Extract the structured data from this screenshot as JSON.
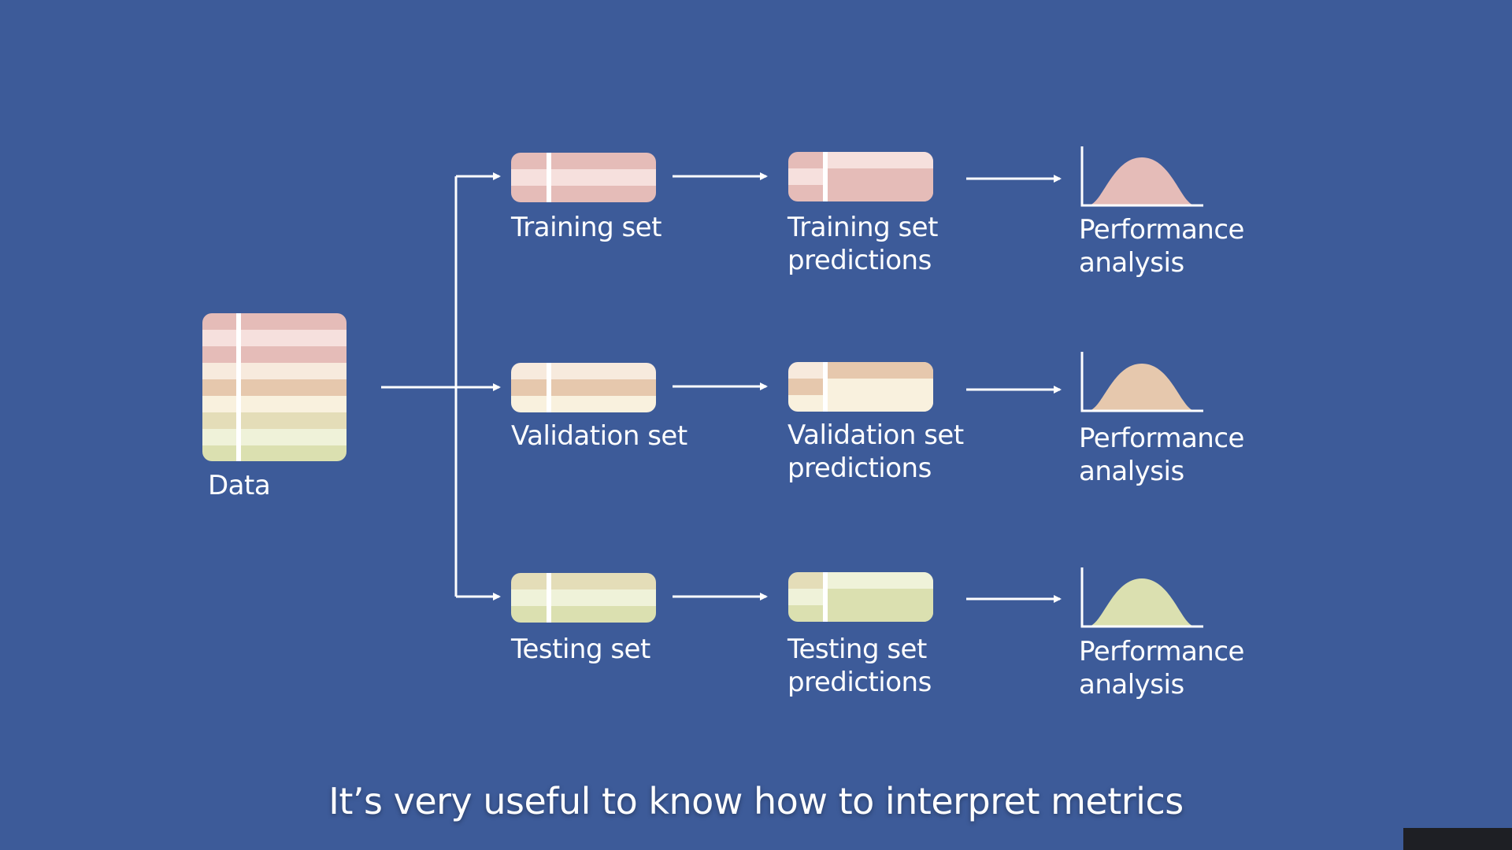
{
  "nodes": {
    "data": {
      "label": "Data"
    },
    "training_set": {
      "label": "Training set"
    },
    "validation_set": {
      "label": "Validation set"
    },
    "testing_set": {
      "label": "Testing set"
    },
    "training_predictions": {
      "line1": "Training set",
      "line2": "predictions"
    },
    "validation_predictions": {
      "line1": "Validation set",
      "line2": "predictions"
    },
    "testing_predictions": {
      "line1": "Testing set",
      "line2": "predictions"
    },
    "performance_training": {
      "line1": "Performance",
      "line2": "analysis"
    },
    "performance_validation": {
      "line1": "Performance",
      "line2": "analysis"
    },
    "performance_testing": {
      "line1": "Performance",
      "line2": "analysis"
    }
  },
  "caption": "It’s very useful to know how to interpret metrics",
  "colors": {
    "background": "#3d5b99",
    "pink": "#e5bcb8",
    "pink_light": "#f6e0dd",
    "peach": "#e6c8ad",
    "peach_light": "#f7eadd",
    "cream": "#f9f1de",
    "olive": "#dbe0b0",
    "olive_light": "#eff2d9",
    "line": "#ffffff"
  }
}
